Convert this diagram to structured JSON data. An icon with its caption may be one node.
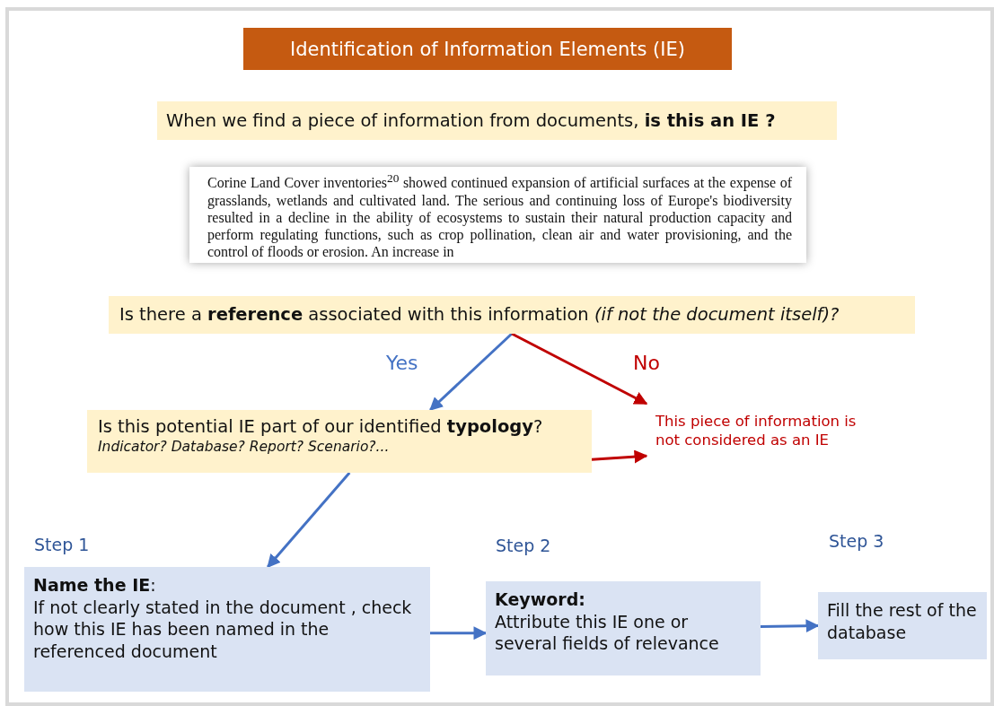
{
  "diagram": {
    "title": "Identification of Information Elements (IE)",
    "nodes": [
      {
        "text": [
          "When we find a piece of information from documents, **is this an IE ?**"
        ]
      },
      {
        "text": [
          "Corine Land Cover inventories$^{20}$ showed continued expansion of artificial surfaces at the expense of grasslands, wetlands and cultivated land. The serious and continuing loss of Europe's biodiversity resulted in a decline in the ability of ecosystems to sustain their natural production capacity and perform regulating functions, such as crop pollination, clean air and water provisioning, and the control of floods or erosion. An increase in"
        ]
      },
      {
        "text": [
          "Is there a **reference** associated with this information *(if not the document itself)?*"
        ]
      },
      {
        "text": [
          "Is this potential IE part of our identified **typology**?",
          "Indicator? Database? Report? Scenario?..."
        ]
      },
      {
        "text": [
          "This piece of information is not considered as an IE"
        ]
      },
      {
        "text": [
          "**Name the IE**:",
          "If not clearly stated in the document , check how this IE has been named in the referenced document"
        ],
        "beside": [
          "Step 1"
        ]
      },
      {
        "text": [
          "Keyword:",
          "Attribute this IE one or several fields of relevance"
        ],
        "beside": [
          "Step 2"
        ]
      },
      {
        "text": [
          "Fill the rest of the database"
        ],
        "beside": [
          "Step 3"
        ]
      }
    ],
    "edges": [
      {
        "from": 2,
        "to": 3,
        "arrow": "to",
        "label": "Yes"
      },
      {
        "from": 2,
        "to": 4,
        "arrow": "to",
        "label": "No",
        "color": "#c00000"
      },
      {
        "from": 3,
        "to": 4,
        "arrow": "to",
        "color": "#c00000"
      },
      {
        "from": 3,
        "to": 5,
        "arrow": "to"
      },
      {
        "from": 5,
        "to": 6,
        "arrow": "to"
      },
      {
        "from": 6,
        "to": 7,
        "arrow": "to"
      }
    ]
  }
}
